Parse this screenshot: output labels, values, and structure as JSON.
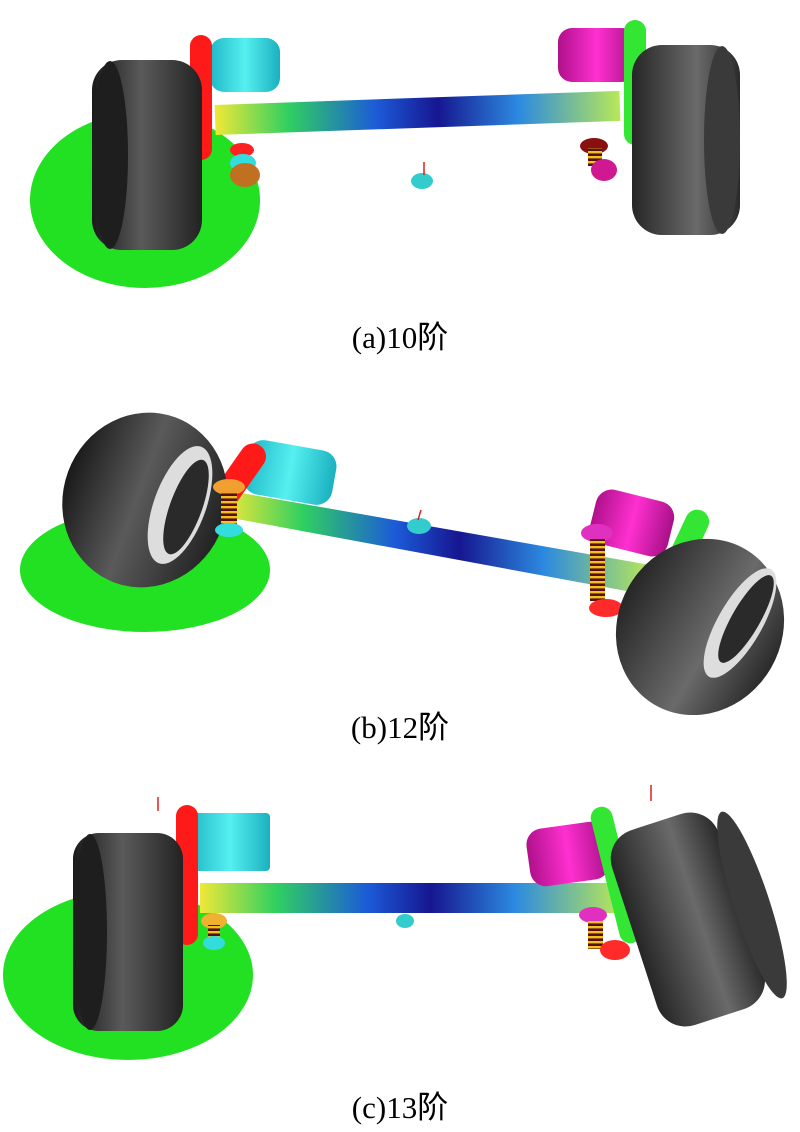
{
  "figure": {
    "captions": {
      "a": "(a)10阶",
      "b": "(b)12阶",
      "c": "(c)13阶"
    }
  },
  "colors": {
    "ground_disc": "#22e022",
    "left_arm": "#ff1a1a",
    "right_arm": "#33e633",
    "left_cylinder": "#33dddd",
    "right_cylinder": "#e619b3",
    "tire": "#303030",
    "axle_gradient": [
      "#e8e840",
      "#22cc66",
      "#2060e0",
      "#1a1aa0",
      "#2a7ad8",
      "#a0e060"
    ]
  },
  "icons": [
    "tire-icon",
    "spring-icon",
    "marker-icon"
  ]
}
